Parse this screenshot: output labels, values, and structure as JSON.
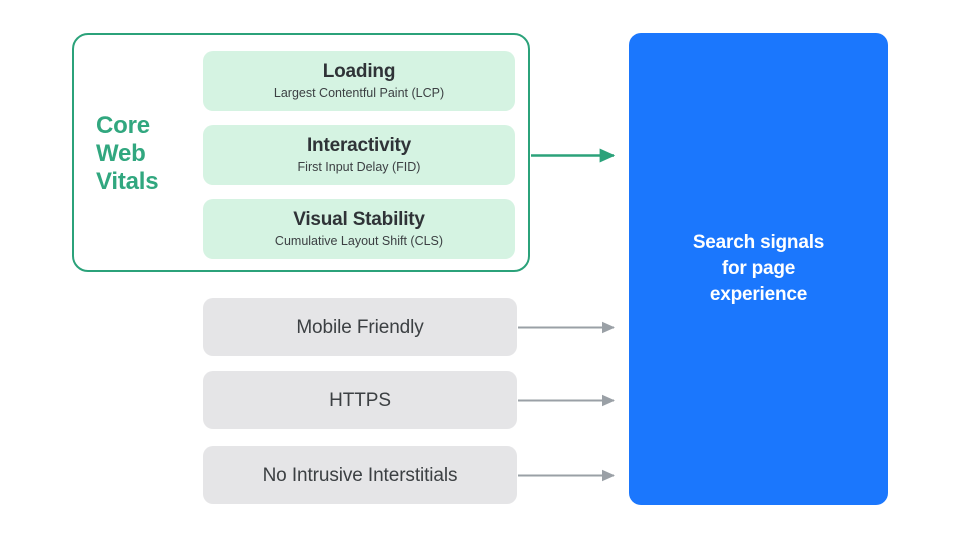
{
  "diagram": {
    "title_group": {
      "label": "Core\nWeb\nVitals",
      "border_color": "#2BA27A",
      "label_color": "#31A77F"
    },
    "metrics": [
      {
        "name": "Loading",
        "detail": "Largest Contentful Paint (LCP)",
        "bg_color": "#D5F3E2"
      },
      {
        "name": "Interactivity",
        "detail": "First Input Delay (FID)",
        "bg_color": "#D5F3E2"
      },
      {
        "name": "Visual Stability",
        "detail": "Cumulative Layout Shift (CLS)",
        "bg_color": "#D5F3E2"
      }
    ],
    "other_signals": [
      {
        "name": "Mobile Friendly",
        "bg_color": "#E5E5E7"
      },
      {
        "name": "HTTPS",
        "bg_color": "#E5E5E7"
      },
      {
        "name": "No Intrusive Interstitials",
        "bg_color": "#E5E5E7"
      }
    ],
    "destination": {
      "text": "Search signals\nfor page\nexperience",
      "bg_color": "#1B77FD",
      "text_color": "#FFFFFF"
    },
    "connectors": {
      "core_web_vitals_arrow_color": "#2BA27A",
      "signal_arrow_color": "#9AA0A6"
    }
  }
}
